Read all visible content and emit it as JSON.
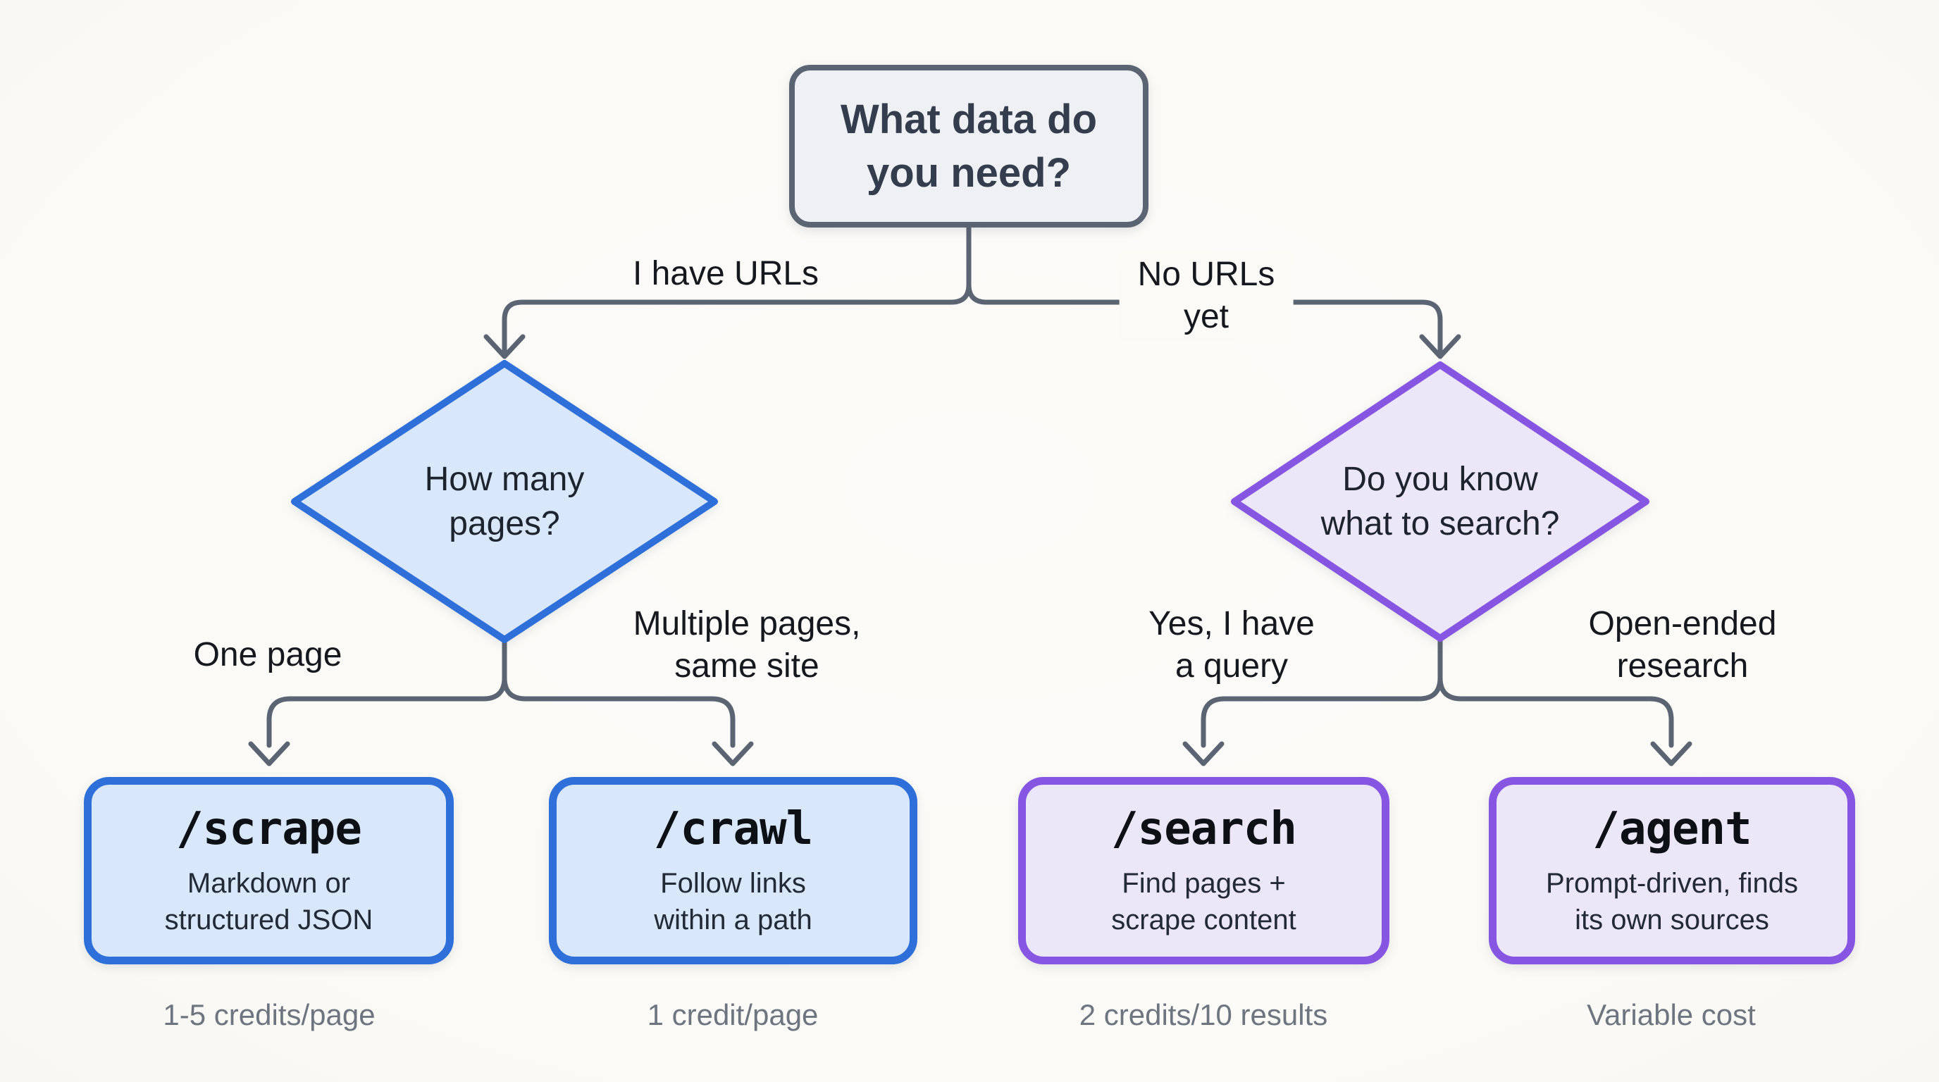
{
  "flow": {
    "root": {
      "label": "What data do\nyou need?"
    },
    "edges": {
      "have_urls": "I have URLs",
      "no_urls": "No URLs\nyet",
      "one_page": "One page",
      "multiple_pages": "Multiple pages,\nsame site",
      "have_query": "Yes, I have\na query",
      "open_ended": "Open-ended\nresearch"
    },
    "decisions": {
      "pages": {
        "label": "How many\npages?",
        "theme": "blue"
      },
      "search": {
        "label": "Do you know\nwhat to search?",
        "theme": "purple"
      }
    },
    "endpoints": [
      {
        "title": "/scrape",
        "subtitle": "Markdown or\nstructured JSON",
        "cost": "1-5 credits/page",
        "theme": "blue"
      },
      {
        "title": "/crawl",
        "subtitle": "Follow links\nwithin a path",
        "cost": "1 credit/page",
        "theme": "blue"
      },
      {
        "title": "/search",
        "subtitle": "Find pages +\nscrape content",
        "cost": "2 credits/10 results",
        "theme": "purple"
      },
      {
        "title": "/agent",
        "subtitle": "Prompt-driven, finds\nits own sources",
        "cost": "Variable cost",
        "theme": "purple"
      }
    ],
    "colors": {
      "background": "#fbfaf7",
      "connector": "#5b6472",
      "neutral_border": "#5b6472",
      "neutral_fill": "#eef0f3",
      "blue_border": "#2e6fd9",
      "blue_fill": "#d9e7fb",
      "purple_border": "#8656e2",
      "purple_fill": "#ece7f8",
      "cost_text": "#6d7580"
    }
  }
}
